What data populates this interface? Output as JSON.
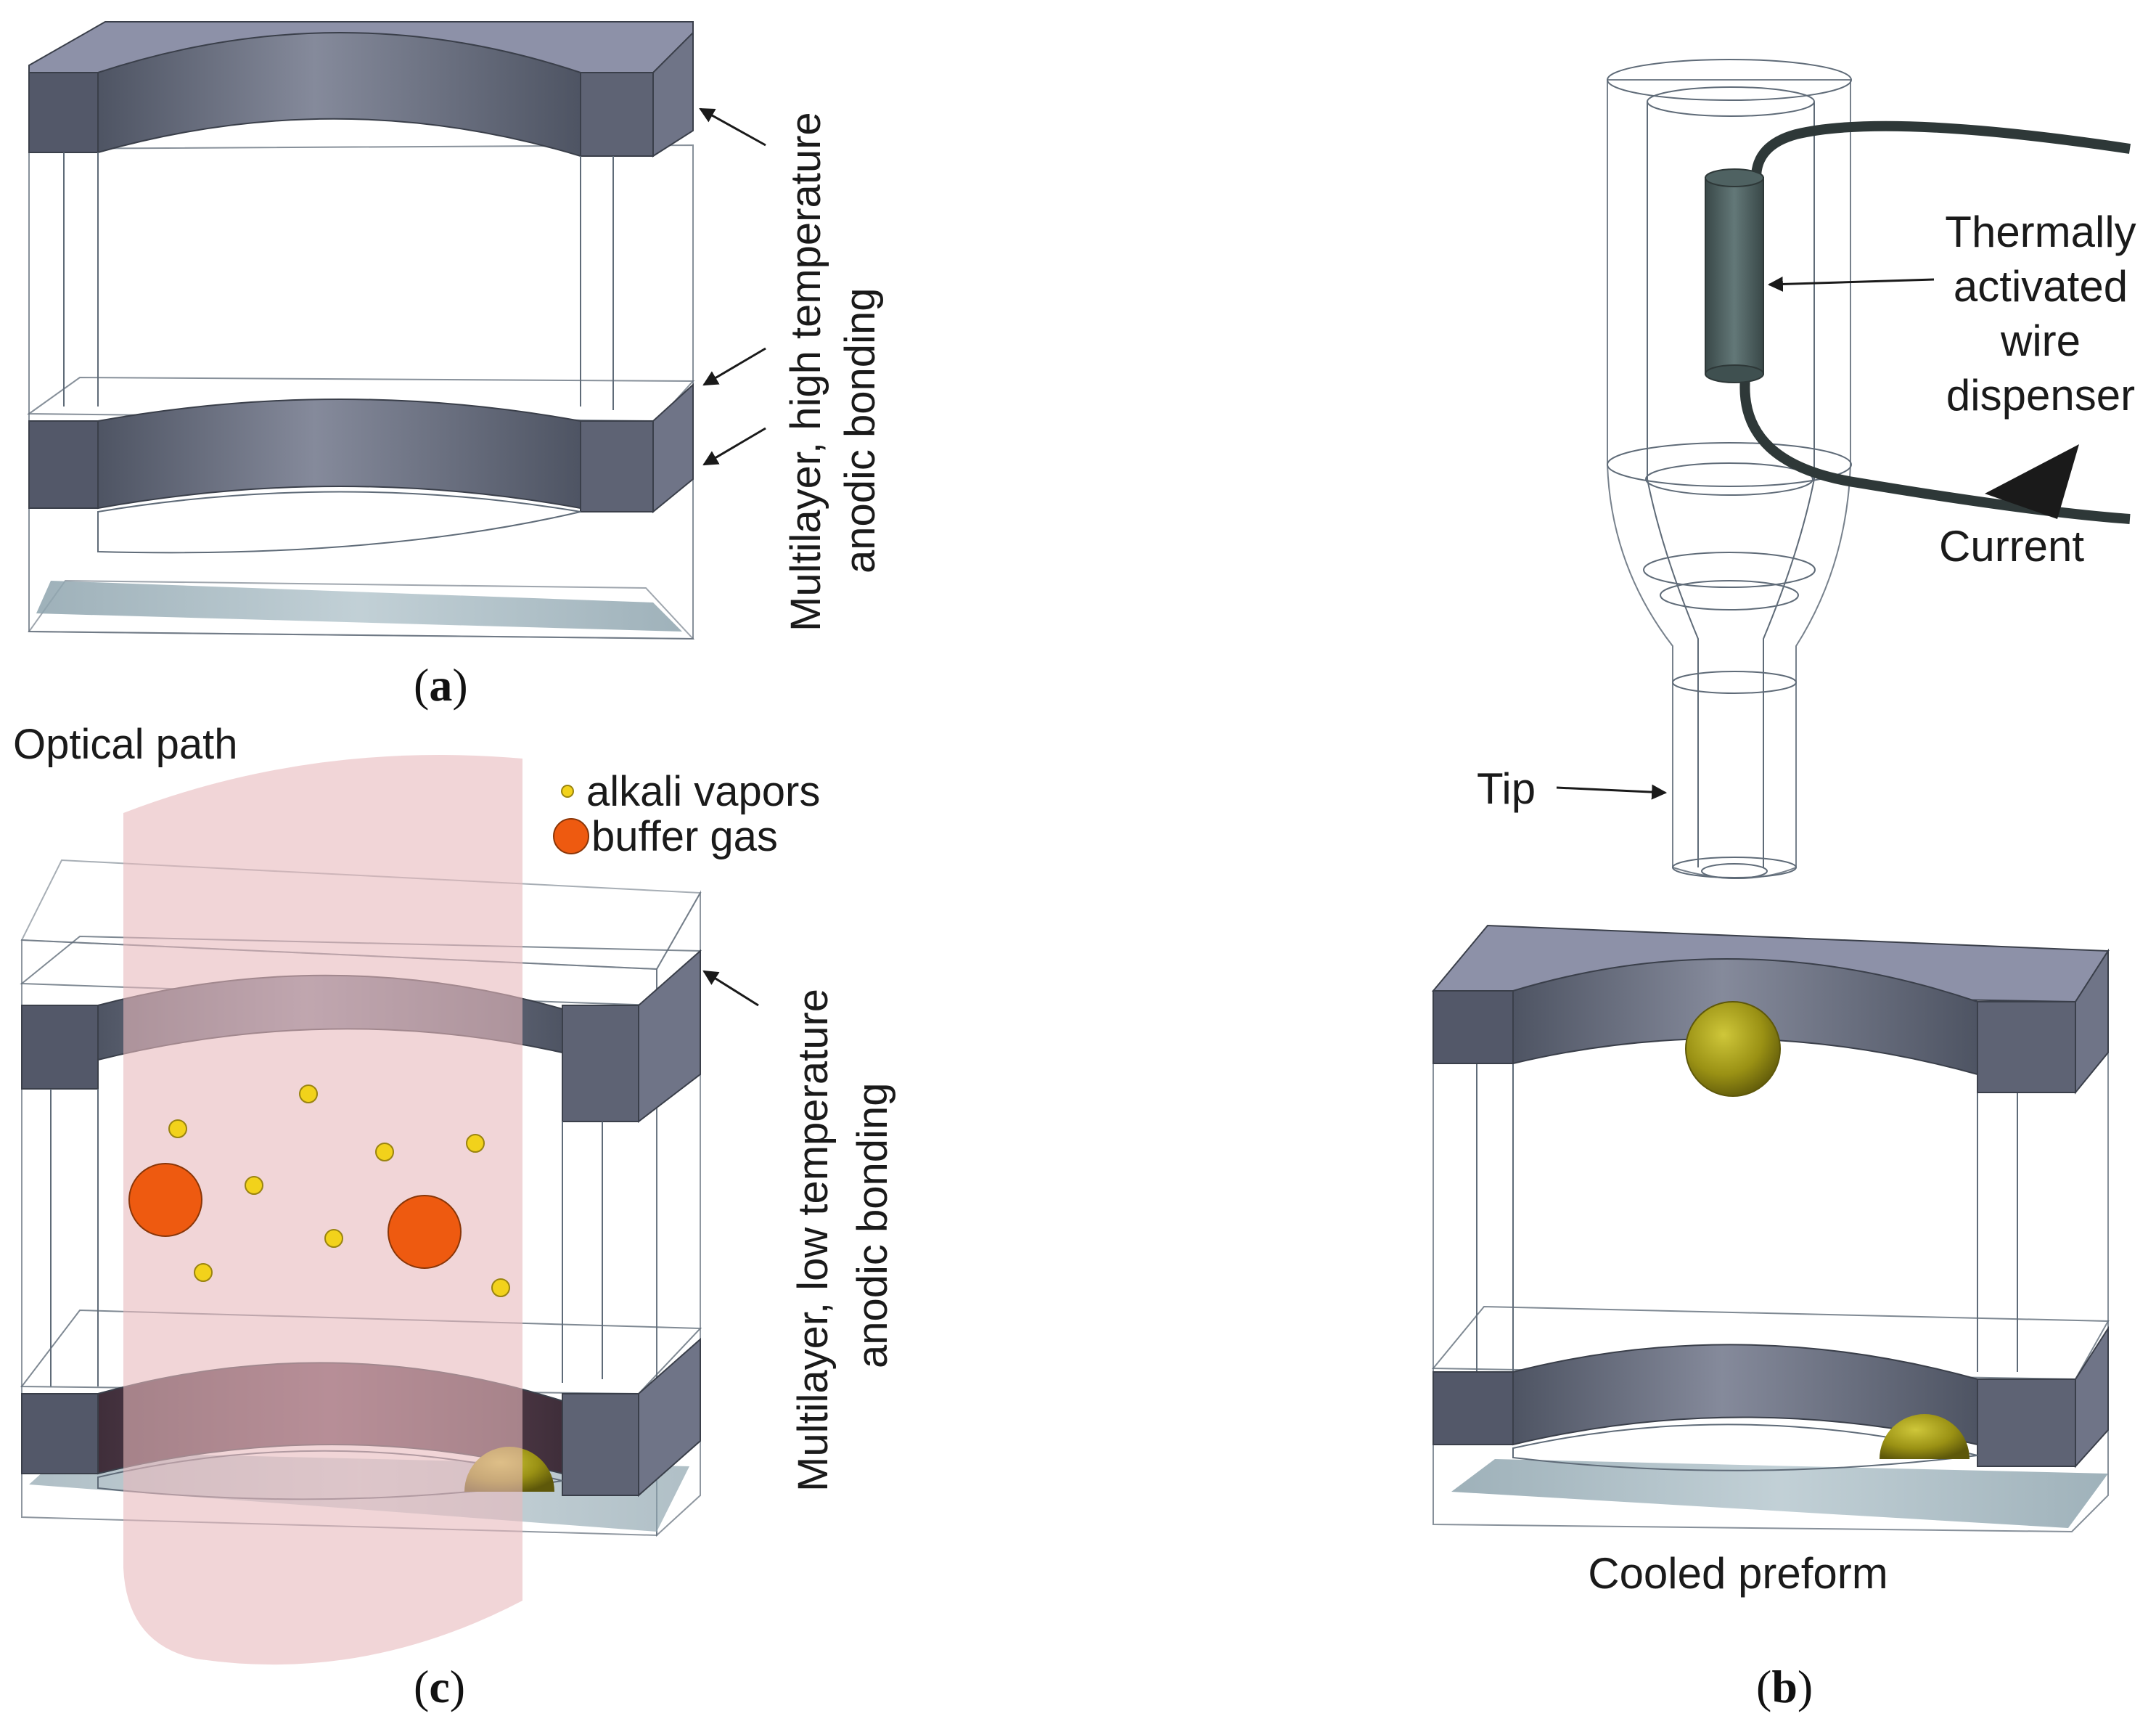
{
  "panels": {
    "a": {
      "label_open": "(",
      "label_letter": "a",
      "label_close": ")",
      "annotation_line1": "Multilayer, high temperature",
      "annotation_line2": "anodic bonding"
    },
    "b": {
      "label_open": "(",
      "label_letter": "b",
      "label_close": ")",
      "dispenser_line1": "Thermally",
      "dispenser_line2": "activated",
      "dispenser_line3": "wire",
      "dispenser_line4": "dispenser",
      "current_label": "Current",
      "tip_label": "Tip",
      "preform_label": "Cooled preform"
    },
    "c": {
      "label_open": "(",
      "label_letter": "c",
      "label_close": ")",
      "optical_path_label": "Optical path",
      "legend_alkali": "alkali vapors",
      "legend_buffer": "buffer gas",
      "annotation_line1": "Multilayer, low temperature",
      "annotation_line2": "anodic bonding"
    }
  },
  "colors": {
    "silicon_frame": "#6c7282",
    "silicon_top": "#8d91a8",
    "glass": "#dfe8ee",
    "bond_layer": "#5c88a8",
    "optical_path": "#e8b9bc",
    "alkali": "#f2d21b",
    "buffer_gas": "#ee5a10",
    "metal_drop": "#8a8410",
    "dispenser_glass": "#cfe6e4"
  }
}
